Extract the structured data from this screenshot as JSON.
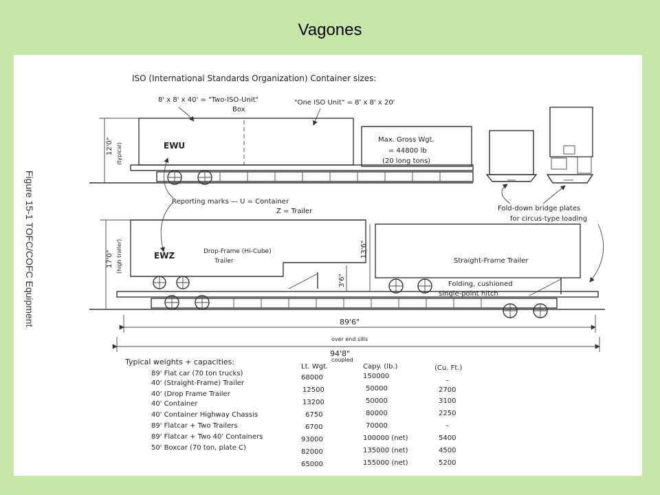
{
  "slide": {
    "title": "Vagones"
  },
  "figure": {
    "caption": "Figure 15-1   TOFC/COFC Equipment",
    "iso_title": "ISO (International Standards Organization) Container sizes:",
    "two_iso": "8' x 8' x 40' = \"Two-ISO-Unit\"",
    "two_iso_box": "Box",
    "one_iso": "\"One ISO Unit\"  =  8' x 8' x 20'",
    "max_gross_1": "Max. Gross Wgt.",
    "max_gross_2": "= 44800 lb",
    "max_gross_3": "(20 long tons)",
    "ewu": "EWU",
    "ewz": "EWZ",
    "height_12": "12'0\"",
    "typical": "(typical)",
    "height_17": "17'0\"",
    "high_trailer": "(high trailer)",
    "height_13_6": "13'6\"",
    "height_3_6": "3'6\"",
    "reporting_1": "Reporting marks — U = Container",
    "reporting_2": "Z = Trailer",
    "drop_frame_1": "Drop-Frame  (Hi-Cube)",
    "drop_frame_2": "Trailer",
    "straight_frame": "Straight-Frame Trailer",
    "bridge_1": "Fold-down bridge plates",
    "bridge_2": "for circus-type loading",
    "hitch_1": "Folding, cushioned",
    "hitch_2": "single-point hitch",
    "len_89": "89'6\"",
    "over_end": "over end sills",
    "len_94": "94'8\"",
    "coupled": "coupled"
  },
  "table": {
    "title": "Typical weights + capacities:",
    "headers": [
      "Lt. Wgt.",
      "Capy. (lb.)",
      "(Cu. Ft.)"
    ],
    "rows": [
      {
        "item": "89' Flat car   (70 ton trucks)",
        "wgt": "68000",
        "capy": "150000",
        "cuft": "–"
      },
      {
        "item": "40' (Straight-Frame) Trailer",
        "wgt": "12500",
        "capy": "50000",
        "cuft": "2700"
      },
      {
        "item": "40' (Drop Frame Trailer",
        "wgt": "13200",
        "capy": "50000",
        "cuft": "3100"
      },
      {
        "item": "40' Container",
        "wgt": "6750",
        "capy": "80000",
        "cuft": "2250"
      },
      {
        "item": "40' Container Highway Chassis",
        "wgt": "6700",
        "capy": "70000",
        "cuft": "–"
      },
      {
        "item": "89' Flatcar + Two Trailers",
        "wgt": "93000",
        "capy": "100000 (net)",
        "cuft": "5400"
      },
      {
        "item": "89' Flatcar + Two 40' Containers",
        "wgt": "82000",
        "capy": "135000 (net)",
        "cuft": "4500"
      },
      {
        "item": "50' Boxcar  (70 ton, plate C)",
        "wgt": "65000",
        "capy": "155000 (net)",
        "cuft": "5200"
      }
    ]
  }
}
